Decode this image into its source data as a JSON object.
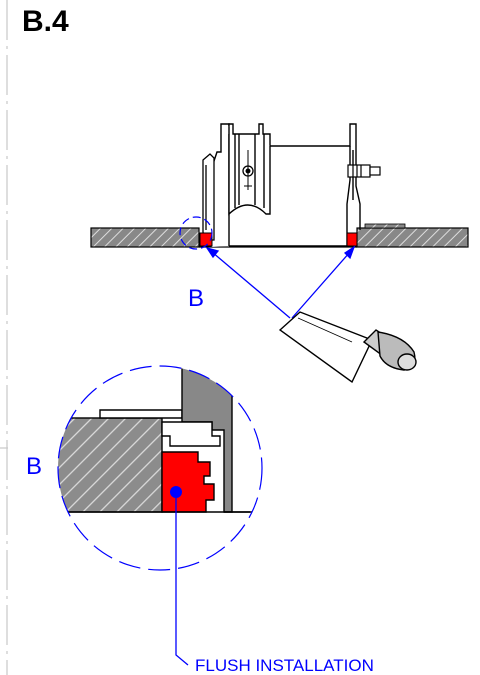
{
  "step": {
    "title": "B.4"
  },
  "callouts": {
    "detail_label_main": "B",
    "detail_label_zoom": "B",
    "note": "FLUSH INSTALLATION"
  },
  "colors": {
    "annotation": "#0000ff",
    "sealant": "#ff0000",
    "wall_fill": "#888888",
    "line": "#000000"
  },
  "icons": {
    "tool": "putty-knife-icon"
  }
}
